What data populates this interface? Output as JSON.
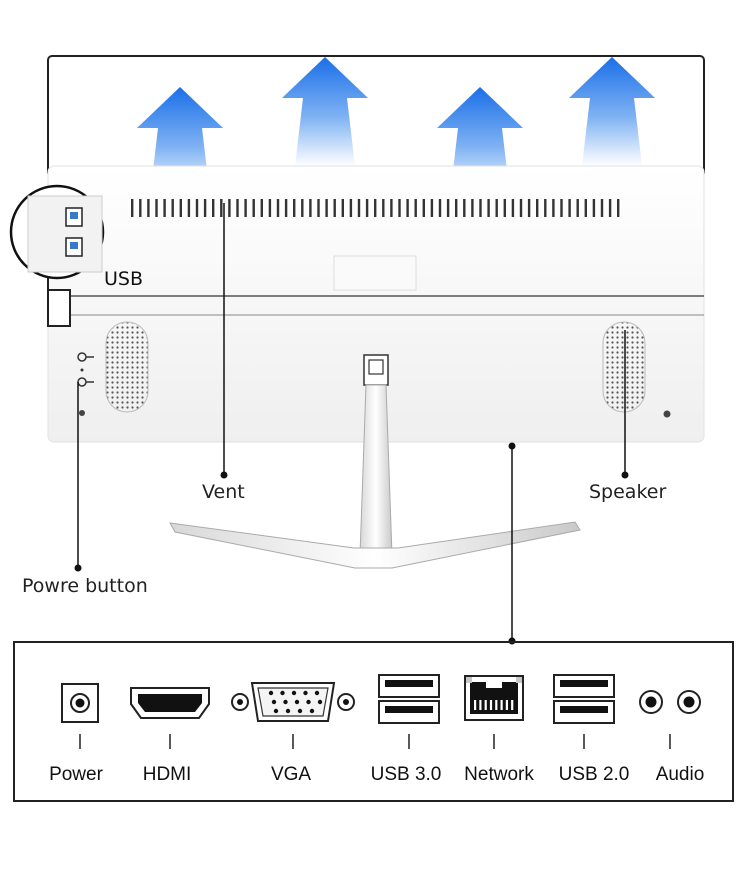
{
  "callouts": {
    "usb": "USB",
    "vent": "Vent",
    "speaker": "Speaker",
    "power_button": "Powre button"
  },
  "ports": [
    {
      "label": "Power",
      "icon": "power-port-icon"
    },
    {
      "label": "HDMI",
      "icon": "hdmi-port-icon"
    },
    {
      "label": "VGA",
      "icon": "vga-port-icon"
    },
    {
      "label": "USB 3.0",
      "icon": "usb-3-port-icon"
    },
    {
      "label": "Network",
      "icon": "network-port-icon"
    },
    {
      "label": "USB 2.0",
      "icon": "usb-2-port-icon"
    },
    {
      "label": "Audio",
      "icon": "audio-port-icon"
    }
  ],
  "colors": {
    "airflow_arrow_top": "#1a6fe8",
    "airflow_arrow_bottom": "#ffffff",
    "monitor_body": "#f7f7f7",
    "outline": "#222222"
  }
}
